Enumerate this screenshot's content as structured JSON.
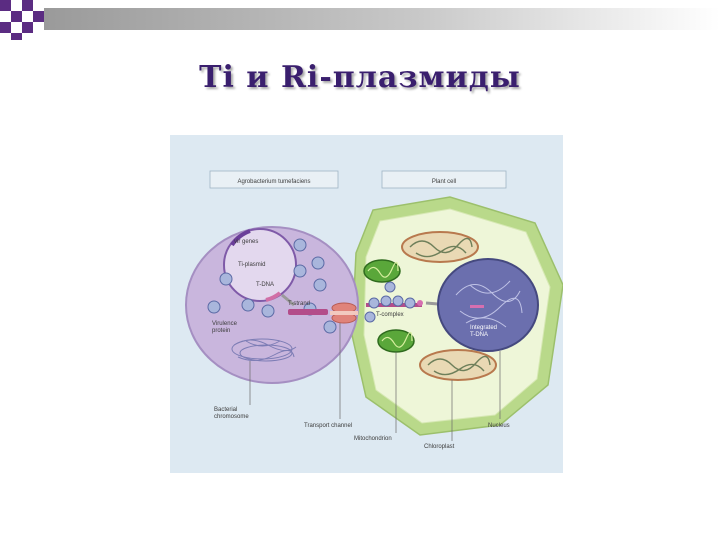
{
  "slide": {
    "title": "Ti и Ri-плазмиды"
  },
  "figure": {
    "header_left": "Agrobacterium tumefaciens",
    "header_right": "Plant cell",
    "labels": {
      "vir_genes": "vir genes",
      "ti_plasmid": "Ti-plasmid",
      "t_dna": "T-DNA",
      "t_strand": "T-strand",
      "t_complex": "T-complex",
      "virulence_protein_l1": "Virulence",
      "virulence_protein_l2": "protein",
      "bacterial_chromosome_l1": "Bacterial",
      "bacterial_chromosome_l2": "chromosome",
      "transport_channel": "Transport channel",
      "mitochondrion": "Mitochondrion",
      "chloroplast": "Chloroplast",
      "nucleus": "Nucleus",
      "integrated_tdna_l1": "Integrated",
      "integrated_tdna_l2": "T-DNA"
    }
  },
  "colors": {
    "title": "#3a1f6e",
    "accent_purple": "#6a3d99",
    "figure_background": "#dde9f2",
    "bacterium_fill": "#c9b6dd",
    "plant_wall": "#b9d98a",
    "plant_cytoplasm": "#eef6d8",
    "nucleus": "#6b6fae"
  }
}
